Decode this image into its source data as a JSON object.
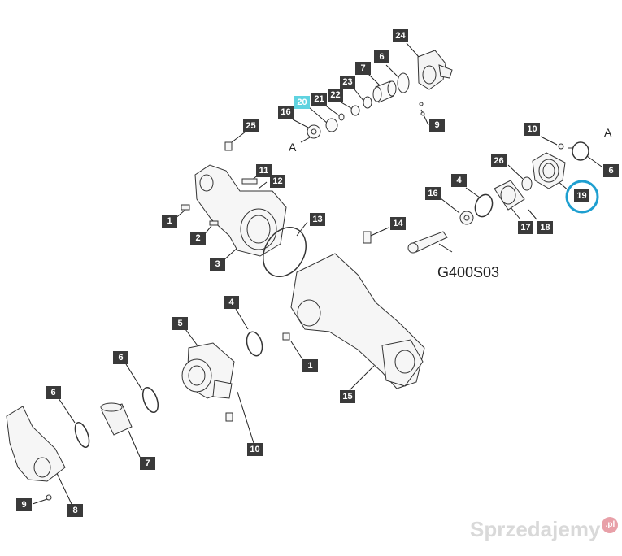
{
  "diagram": {
    "code": "G400S03",
    "ref_letter": "A",
    "callouts": [
      {
        "id": "c24",
        "text": "24",
        "hl": false
      },
      {
        "id": "c6a",
        "text": "6",
        "hl": false
      },
      {
        "id": "c7a",
        "text": "7",
        "hl": false
      },
      {
        "id": "c23",
        "text": "23",
        "hl": false
      },
      {
        "id": "c22",
        "text": "22",
        "hl": false
      },
      {
        "id": "c21",
        "text": "21",
        "hl": false
      },
      {
        "id": "c20",
        "text": "20",
        "hl": true
      },
      {
        "id": "c16a",
        "text": "16",
        "hl": false
      },
      {
        "id": "c9a",
        "text": "9",
        "hl": false
      },
      {
        "id": "c25",
        "text": "25",
        "hl": false
      },
      {
        "id": "c11",
        "text": "11",
        "hl": false
      },
      {
        "id": "c12",
        "text": "12",
        "hl": false
      },
      {
        "id": "c1a",
        "text": "1",
        "hl": false
      },
      {
        "id": "c2",
        "text": "2",
        "hl": false
      },
      {
        "id": "c3",
        "text": "3",
        "hl": false
      },
      {
        "id": "c13",
        "text": "13",
        "hl": false
      },
      {
        "id": "c10a",
        "text": "10",
        "hl": false
      },
      {
        "id": "c6b",
        "text": "6",
        "hl": false
      },
      {
        "id": "c26",
        "text": "26",
        "hl": false
      },
      {
        "id": "c4a",
        "text": "4",
        "hl": false
      },
      {
        "id": "c16b",
        "text": "16",
        "hl": false
      },
      {
        "id": "c19",
        "text": "19",
        "hl": false
      },
      {
        "id": "c17",
        "text": "17",
        "hl": false
      },
      {
        "id": "c18",
        "text": "18",
        "hl": false
      },
      {
        "id": "c14",
        "text": "14",
        "hl": false
      },
      {
        "id": "c4b",
        "text": "4",
        "hl": false
      },
      {
        "id": "c5",
        "text": "5",
        "hl": false
      },
      {
        "id": "c1b",
        "text": "1",
        "hl": false
      },
      {
        "id": "c15",
        "text": "15",
        "hl": false
      },
      {
        "id": "c6c",
        "text": "6",
        "hl": false
      },
      {
        "id": "c6d",
        "text": "6",
        "hl": false
      },
      {
        "id": "c7b",
        "text": "7",
        "hl": false
      },
      {
        "id": "c10b",
        "text": "10",
        "hl": false
      },
      {
        "id": "c9b",
        "text": "9",
        "hl": false
      },
      {
        "id": "c8",
        "text": "8",
        "hl": false
      }
    ],
    "highlight_color": "#5fd3e0",
    "circle_color": "#1e9fd0"
  },
  "watermark": {
    "text": "Sprzedajemy",
    "badge": ".pl"
  }
}
